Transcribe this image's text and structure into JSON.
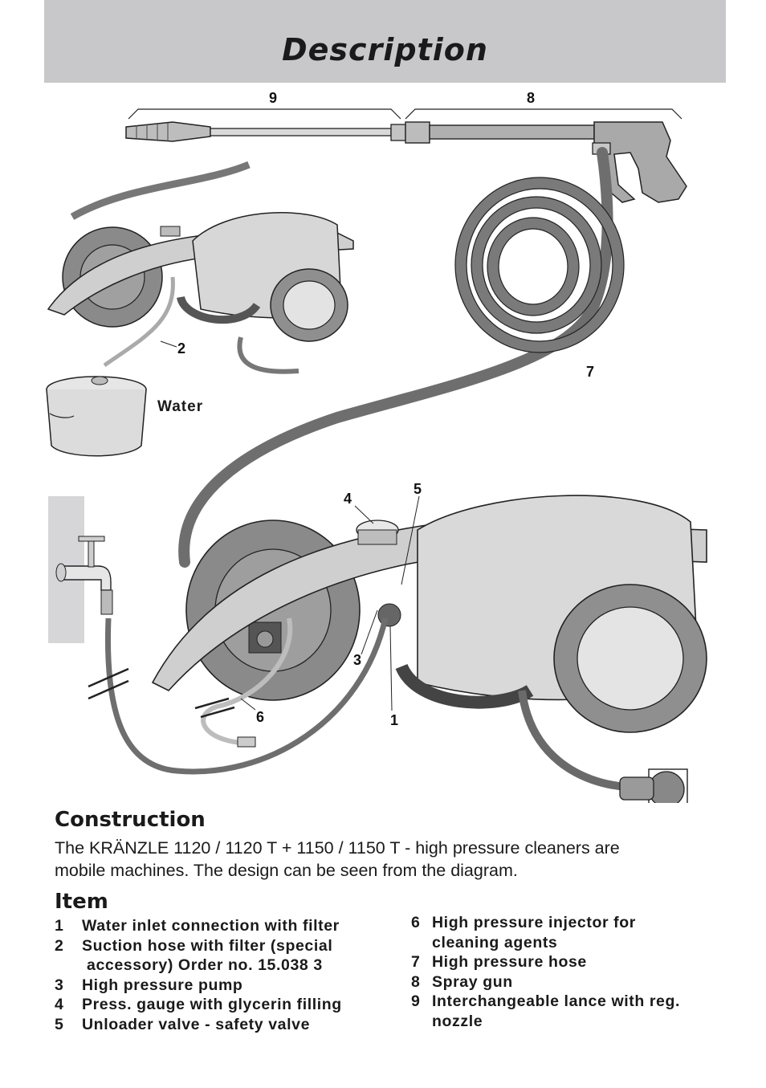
{
  "header": {
    "title": "Description"
  },
  "diagram": {
    "callouts": [
      {
        "id": "9",
        "label": "9"
      },
      {
        "id": "8",
        "label": "8"
      },
      {
        "id": "2",
        "label": "2"
      },
      {
        "id": "7",
        "label": "7"
      },
      {
        "id": "4",
        "label": "4"
      },
      {
        "id": "5",
        "label": "5"
      },
      {
        "id": "3",
        "label": "3"
      },
      {
        "id": "6",
        "label": "6"
      },
      {
        "id": "1",
        "label": "1"
      }
    ],
    "water_label": "Water"
  },
  "construction": {
    "heading": "Construction",
    "line1": "The KRÄNZLE  1120 / 1120 T + 1150 / 1150 T - high pressure cleaners are",
    "line2": "mobile machines. The design can be seen from the diagram."
  },
  "items": {
    "heading": "Item",
    "left": [
      {
        "num": "1",
        "text": "Water inlet connection with filter"
      },
      {
        "num": "2",
        "text": "Suction hose with filter (special"
      },
      {
        "num": "",
        "text": "accessory) Order no. 15.038 3"
      },
      {
        "num": "3",
        "text": "High pressure pump"
      },
      {
        "num": "4",
        "text": "Press. gauge with glycerin filling"
      },
      {
        "num": "5",
        "text": "Unloader valve - safety valve"
      }
    ],
    "right": [
      {
        "num": "6",
        "text": "High pressure injector for"
      },
      {
        "num": "",
        "text": "cleaning agents"
      },
      {
        "num": "7",
        "text": "High pressure hose"
      },
      {
        "num": "8",
        "text": "Spray gun"
      },
      {
        "num": "9",
        "text": "Interchangeable lance with reg."
      },
      {
        "num": "",
        "text": "nozzle"
      }
    ]
  }
}
